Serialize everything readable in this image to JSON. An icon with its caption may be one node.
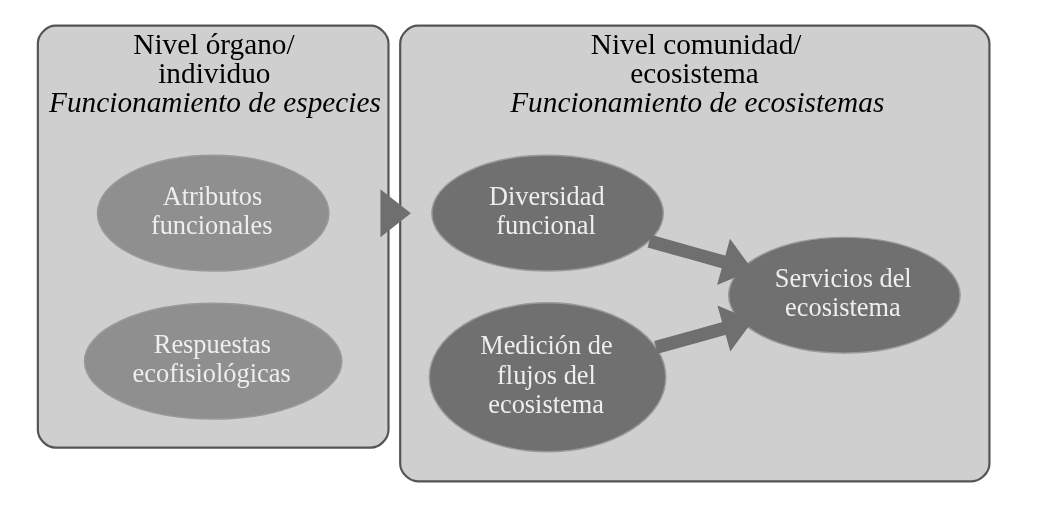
{
  "diagram": {
    "nodes": [
      {
        "text": [
          "Nivel órgano/ individuo",
          "Funcionamiento de especies"
        ]
      },
      {
        "text": [
          "Atributos funcionales"
        ],
        "in": 0
      },
      {
        "text": [
          "Respuestas ecofisiológicas"
        ],
        "in": 0
      },
      {
        "text": [
          "Nivel comunidad/ ecosistema",
          "Funcionamiento de ecosistemas"
        ]
      },
      {
        "text": [
          "Diversidad funcional"
        ],
        "in": 3
      },
      {
        "text": [
          "Medición de flujos del ecosistema"
        ],
        "in": 3
      },
      {
        "text": [
          "Servicios del ecosistema"
        ],
        "in": 3
      }
    ],
    "edges": [
      {
        "from": 0,
        "to": 3,
        "arrow": "to"
      },
      {
        "from": 4,
        "to": 6,
        "arrow": "to"
      },
      {
        "from": 5,
        "to": 6,
        "arrow": "to"
      }
    ]
  }
}
